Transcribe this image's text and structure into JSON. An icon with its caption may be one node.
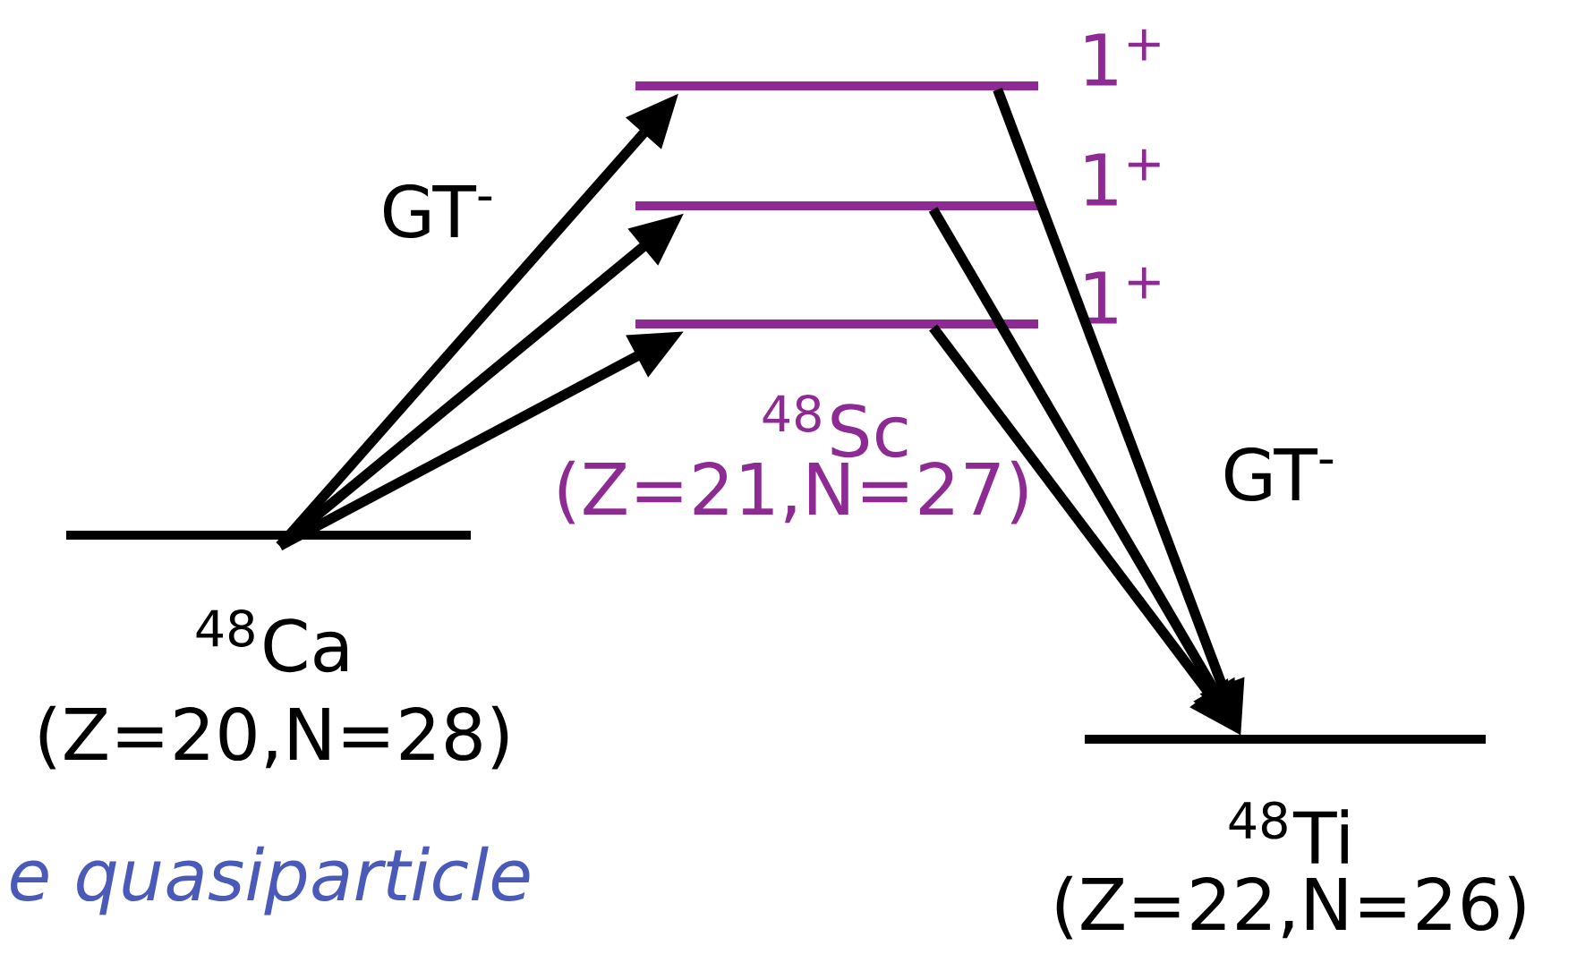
{
  "diagram": {
    "nodes": [
      {
        "text": [
          "$^{48}$Ca",
          "(Z=20,N=28)"
        ]
      },
      {
        "text": [
          "1$^{+}$"
        ]
      },
      {
        "text": [
          "1$^{+}$"
        ]
      },
      {
        "text": [
          "1$^{+}$"
        ]
      },
      {
        "text": [
          "$^{48}$Ti",
          "(Z=22,N=26)"
        ]
      }
    ],
    "edges": [
      {
        "from": 0,
        "to": 1,
        "arrow": "to"
      },
      {
        "from": 0,
        "to": 2,
        "arrow": "to"
      },
      {
        "from": 0,
        "to": 3,
        "arrow": "to"
      },
      {
        "from": 1,
        "to": 4,
        "arrow": "to"
      },
      {
        "from": 2,
        "to": 4,
        "arrow": "to"
      },
      {
        "from": 3,
        "to": 4,
        "arrow": "to"
      }
    ],
    "labels": [
      "GT$^{-}$",
      "$^{48}$Sc",
      "(Z=21,N=27)",
      "GT$^{-}$",
      "e quasiparticle"
    ]
  }
}
